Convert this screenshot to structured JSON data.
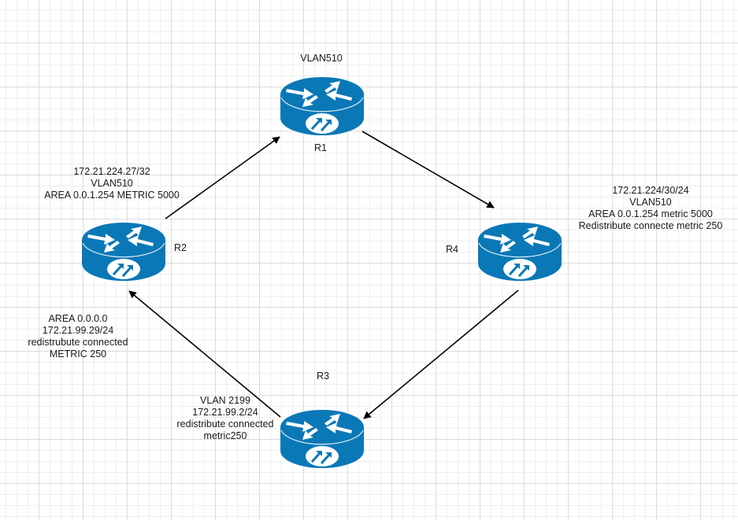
{
  "diagram": {
    "router_color": "#0A78B6",
    "routers": [
      {
        "id": "R1",
        "name": "R1",
        "icon": "router-icon"
      },
      {
        "id": "R2",
        "name": "R2",
        "icon": "router-icon"
      },
      {
        "id": "R3",
        "name": "R3",
        "icon": "router-icon"
      },
      {
        "id": "R4",
        "name": "R4",
        "icon": "router-icon"
      }
    ],
    "annotations": {
      "r1": [
        "VLAN510"
      ],
      "r2": [
        "172.21.224.27/32",
        "VLAN510",
        "AREA 0.0.1.254 METRIC 5000"
      ],
      "r2_lower": [
        "AREA 0.0.0.0",
        "172.21.99.29/24",
        "redistrubute connected",
        "METRIC 250"
      ],
      "r3": [
        "VLAN 2199",
        "172.21.99.2/24",
        "redistribute connected",
        "metric250"
      ],
      "r4": [
        "172.21.224/30/24",
        "VLAN510",
        "AREA 0.0.1.254 metric 5000",
        "Redistribute connecte metric 250"
      ]
    },
    "links": [
      {
        "from": "R2",
        "to": "R1"
      },
      {
        "from": "R1",
        "to": "R4"
      },
      {
        "from": "R4",
        "to": "R3"
      },
      {
        "from": "R3",
        "to": "R2"
      }
    ]
  }
}
